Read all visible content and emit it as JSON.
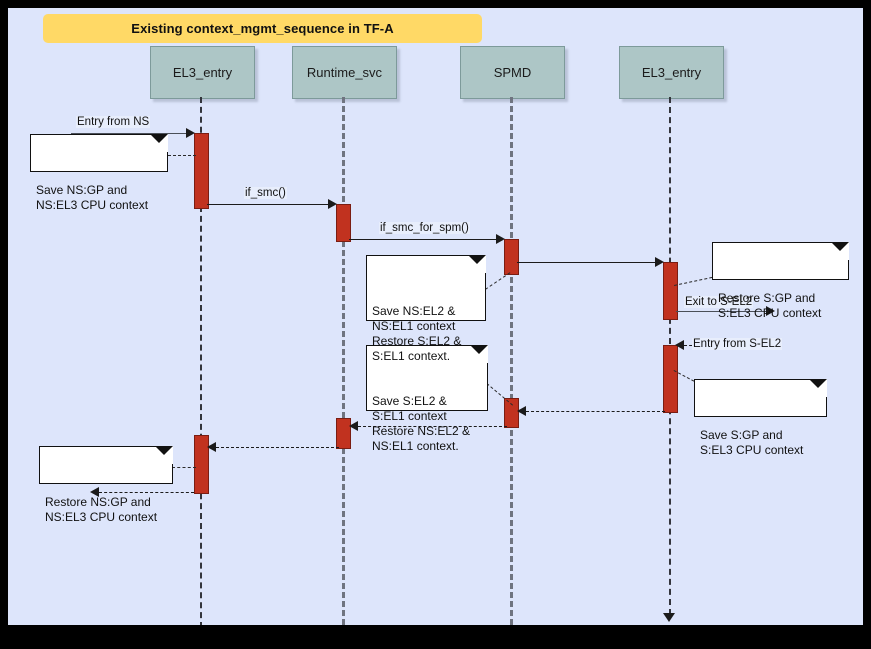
{
  "diagram": {
    "title": "Existing context_mgmt_sequence in TF-A",
    "background_color": "#dde5fb",
    "frame_color": "#000000",
    "title_bar_color": "#ffd966",
    "participant_color": "#adc6c6",
    "activation_color": "#c1321f",
    "note_color": "#ffffff"
  },
  "participants": [
    {
      "id": "el3_entry_left",
      "label": "EL3_entry"
    },
    {
      "id": "runtime_svc",
      "label": "Runtime_svc"
    },
    {
      "id": "spmd",
      "label": "SPMD"
    },
    {
      "id": "el3_entry_right",
      "label": "EL3_entry"
    }
  ],
  "messages": [
    {
      "id": "m1",
      "label": "Entry from NS",
      "from": "external",
      "to": "el3_entry_left",
      "style": "solid"
    },
    {
      "id": "m2",
      "label": "if_smc()",
      "from": "el3_entry_left",
      "to": "runtime_svc",
      "style": "solid"
    },
    {
      "id": "m3",
      "label": "if_smc_for_spm()",
      "from": "runtime_svc",
      "to": "spmd",
      "style": "solid"
    },
    {
      "id": "m4",
      "label": "",
      "from": "spmd",
      "to": "el3_entry_right",
      "style": "solid"
    },
    {
      "id": "m5",
      "label": "Exit to S-EL2",
      "from": "el3_entry_right",
      "to": "external",
      "style": "solid"
    },
    {
      "id": "m6",
      "label": "Entry from S-EL2",
      "from": "external",
      "to": "el3_entry_right",
      "style": "dashed"
    },
    {
      "id": "m7",
      "label": "",
      "from": "el3_entry_right",
      "to": "spmd",
      "style": "dashed"
    },
    {
      "id": "m8",
      "label": "",
      "from": "spmd",
      "to": "runtime_svc",
      "style": "dashed"
    },
    {
      "id": "m9",
      "label": "",
      "from": "runtime_svc",
      "to": "el3_entry_left",
      "style": "dashed"
    },
    {
      "id": "m10",
      "label": "",
      "from": "el3_entry_left",
      "to": "external",
      "style": "dashed"
    }
  ],
  "notes": [
    {
      "id": "n1",
      "text": "Save NS:GP and\nNS:EL3 CPU context",
      "attached_to": "el3_entry_left"
    },
    {
      "id": "n2",
      "text": "Save NS:EL2 &\nNS:EL1 context\nRestore S:EL2 &\nS:EL1 context.",
      "attached_to": "spmd"
    },
    {
      "id": "n3",
      "text": "Restore S:GP and\nS:EL3 CPU context",
      "attached_to": "el3_entry_right"
    },
    {
      "id": "n4",
      "text": "Save S:GP and\nS:EL3 CPU context",
      "attached_to": "el3_entry_right"
    },
    {
      "id": "n5",
      "text": "Save S:EL2 &\nS:EL1 context\nRestore NS:EL2 &\nNS:EL1 context.",
      "attached_to": "spmd"
    },
    {
      "id": "n6",
      "text": "Restore NS:GP and\nNS:EL3 CPU context",
      "attached_to": "el3_entry_left"
    }
  ]
}
